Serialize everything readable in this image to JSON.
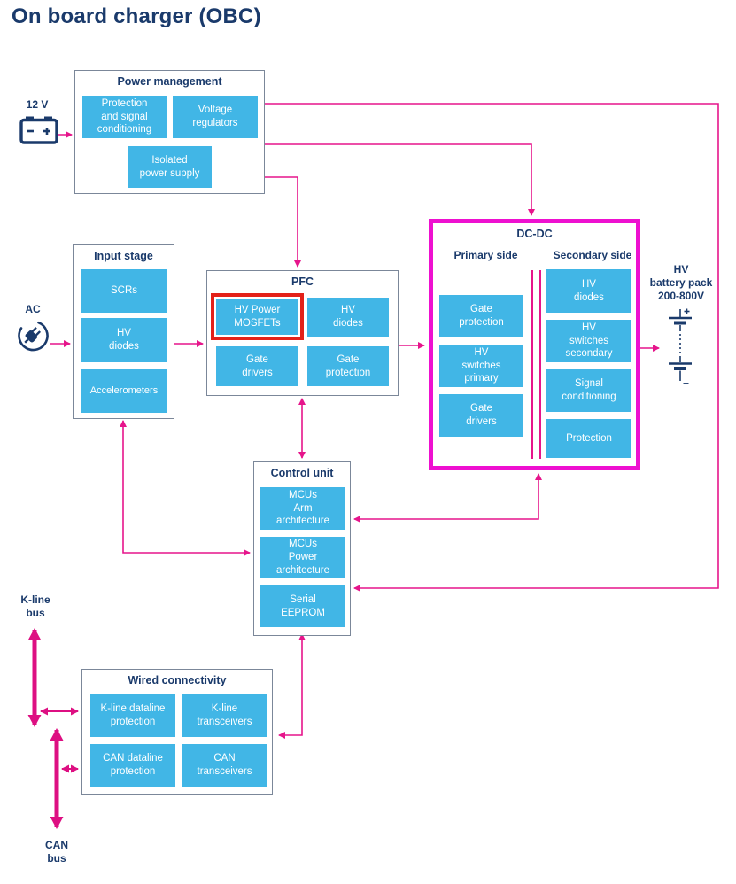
{
  "title": "On board charger (OBC)",
  "colors": {
    "block_blue": "#41b6e6",
    "navy_text": "#1a3a6b",
    "connector_pink": "#e6158b",
    "bus_pink": "#dd0f82",
    "dcdc_highlight_magenta": "#ee10d0",
    "selected_block_red": "#e32119",
    "group_border_gray": "#7b8799"
  },
  "groups": {
    "power_management": {
      "title": "Power management",
      "items": [
        "Protection\nand signal\nconditioning",
        "Voltage\nregulators",
        "Isolated\npower supply"
      ]
    },
    "input_stage": {
      "title": "Input stage",
      "items": [
        "SCRs",
        "HV\ndiodes",
        "Accelerometers"
      ]
    },
    "pfc": {
      "title": "PFC",
      "items": [
        "HV Power\nMOSFETs",
        "HV\ndiodes",
        "Gate\ndrivers",
        "Gate\nprotection"
      ],
      "highlighted_item": "HV Power MOSFETs"
    },
    "dcdc": {
      "title": "DC-DC",
      "primary": {
        "title": "Primary side",
        "items": [
          "Gate\nprotection",
          "HV\nswitches\nprimary",
          "Gate\ndrivers"
        ]
      },
      "secondary": {
        "title": "Secondary side",
        "items": [
          "HV\ndiodes",
          "HV\nswitches\nsecondary",
          "Signal\nconditioning",
          "Protection"
        ]
      }
    },
    "control_unit": {
      "title": "Control unit",
      "items": [
        "MCUs\nArm\narchitecture",
        "MCUs\nPower\narchitecture",
        "Serial\nEEPROM"
      ]
    },
    "wired_connectivity": {
      "title": "Wired connectivity",
      "items": [
        "K-line dataline\nprotection",
        "K-line\ntransceivers",
        "CAN dataline\nprotection",
        "CAN\ntransceivers"
      ]
    }
  },
  "external_labels": {
    "battery_12v": "12 V",
    "ac_input": "AC",
    "hv_battery_pack": "HV\nbattery pack\n200-800V",
    "k_line_bus": "K-line\nbus",
    "can_bus": "CAN\nbus"
  }
}
